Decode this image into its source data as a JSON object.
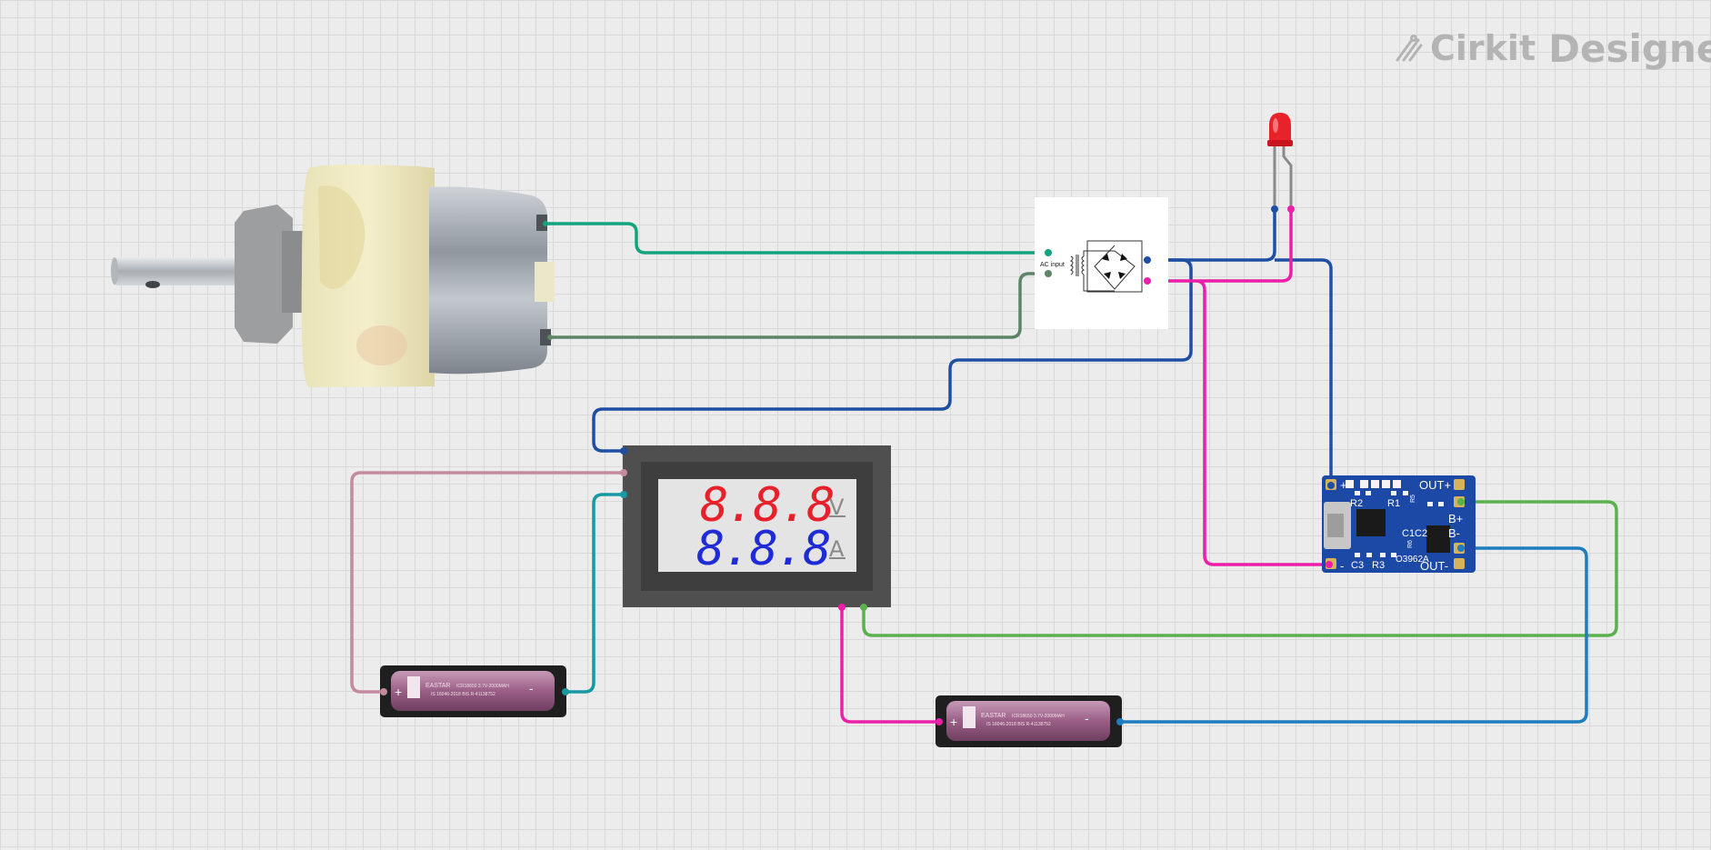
{
  "app": {
    "brand_name": "Cirkit",
    "brand_suffix": "Designer",
    "brand_icon": "cirkit-logo-icon"
  },
  "components": {
    "motor": {
      "name": "gear-motor",
      "icon": "dc-gear-motor"
    },
    "rectifier": {
      "name": "bridge-rectifier",
      "label": "AC input"
    },
    "led": {
      "name": "red-led",
      "color": "#e8222a"
    },
    "meter": {
      "name": "voltmeter-ammeter",
      "voltage_digits": "8.8.8",
      "voltage_unit": "V",
      "current_digits": "8.8.8",
      "current_unit": "A",
      "voltage_color": "#e8202a",
      "current_color": "#1f2bd6"
    },
    "charger": {
      "name": "tp4056-charger-module",
      "labels": [
        "OUT+",
        "B+",
        "B-",
        "OUT-",
        "R2",
        "R1",
        "C1",
        "C2",
        "C3",
        "R3",
        "O3962A",
        "R5",
        "R6",
        "+",
        "-"
      ]
    },
    "battery_1": {
      "name": "18650-battery-1",
      "brand": "EASTAR",
      "spec": "ICR18650 3.7V-2000MAH",
      "std": "IS 16046-2018 BIS R-41138752",
      "plus": "+",
      "minus": "-"
    },
    "battery_2": {
      "name": "18650-battery-2",
      "brand": "EASTAR",
      "spec": "ICR18650 3.7V-2000MAH",
      "std": "IS 16046-2018 BIS R-41138752",
      "plus": "+",
      "minus": "-"
    }
  },
  "wire_colors": {
    "teal_green": "#13a37e",
    "gray_green": "#5e8466",
    "navy": "#1f4fa3",
    "magenta": "#ec1fa8",
    "pink": "#c48aa0",
    "cyan": "#1798a3",
    "green": "#5bb14e",
    "blue": "#1d7dbf"
  }
}
